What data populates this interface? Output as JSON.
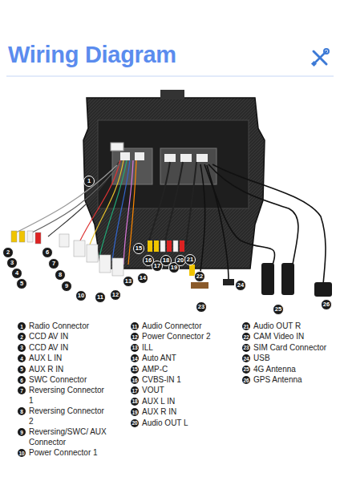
{
  "diagram": {
    "title": "Wiring Diagram",
    "nodes": [
      {
        "text": [
          "1"
        ]
      },
      {
        "text": [
          "2"
        ]
      },
      {
        "text": [
          "3"
        ]
      },
      {
        "text": [
          "4"
        ]
      },
      {
        "text": [
          "5"
        ]
      },
      {
        "text": [
          "6"
        ]
      },
      {
        "text": [
          "7"
        ]
      },
      {
        "text": [
          "8"
        ]
      },
      {
        "text": [
          "9"
        ]
      },
      {
        "text": [
          "10"
        ]
      },
      {
        "text": [
          "11"
        ]
      },
      {
        "text": [
          "12"
        ]
      },
      {
        "text": [
          "13"
        ]
      },
      {
        "text": [
          "14"
        ]
      },
      {
        "text": [
          "15"
        ]
      },
      {
        "text": [
          "16"
        ]
      },
      {
        "text": [
          "17"
        ]
      },
      {
        "text": [
          "18"
        ]
      },
      {
        "text": [
          "19"
        ]
      },
      {
        "text": [
          "20"
        ]
      },
      {
        "text": [
          "21"
        ]
      },
      {
        "text": [
          "22"
        ]
      },
      {
        "text": [
          "23"
        ]
      },
      {
        "text": [
          "24"
        ]
      },
      {
        "text": [
          "25"
        ]
      },
      {
        "text": [
          "26"
        ]
      },
      {
        "text": [
          "1",
          "Radio Connector"
        ]
      },
      {
        "text": [
          "2",
          "CCD AV IN"
        ]
      },
      {
        "text": [
          "3",
          "CCD AV IN"
        ]
      },
      {
        "text": [
          "4",
          "AUX L IN"
        ]
      },
      {
        "text": [
          "5",
          "AUX R IN"
        ]
      },
      {
        "text": [
          "6",
          "SWC Connector"
        ]
      },
      {
        "text": [
          "7",
          "Reversing Connector 1"
        ]
      },
      {
        "text": [
          "8",
          "Reversing Connector 2"
        ]
      },
      {
        "text": [
          "9",
          "Reversing/SWC/ AUX Connector"
        ]
      },
      {
        "text": [
          "10",
          "Power Connector 1"
        ]
      },
      {
        "text": [
          "11",
          "Audio Connector"
        ]
      },
      {
        "text": [
          "12",
          "Power Connector 2"
        ]
      },
      {
        "text": [
          "13",
          "ILL"
        ]
      },
      {
        "text": [
          "14",
          "Auto ANT"
        ]
      },
      {
        "text": [
          "15",
          "AMP-C"
        ]
      },
      {
        "text": [
          "16",
          "CVBS-IN 1"
        ]
      },
      {
        "text": [
          "17",
          "VOUT"
        ]
      },
      {
        "text": [
          "18",
          "AUX L IN"
        ]
      },
      {
        "text": [
          "19",
          "AUX R IN"
        ]
      },
      {
        "text": [
          "20",
          "Audio OUT L"
        ]
      },
      {
        "text": [
          "21",
          "Audio OUT R"
        ]
      },
      {
        "text": [
          "22",
          "CAM Video IN"
        ]
      },
      {
        "text": [
          "23",
          "SIM Card Connector"
        ]
      },
      {
        "text": [
          "24",
          "USB"
        ]
      },
      {
        "text": [
          "25",
          "4G Antenna"
        ]
      },
      {
        "text": [
          "26",
          "GPS Antenna"
        ]
      }
    ]
  }
}
